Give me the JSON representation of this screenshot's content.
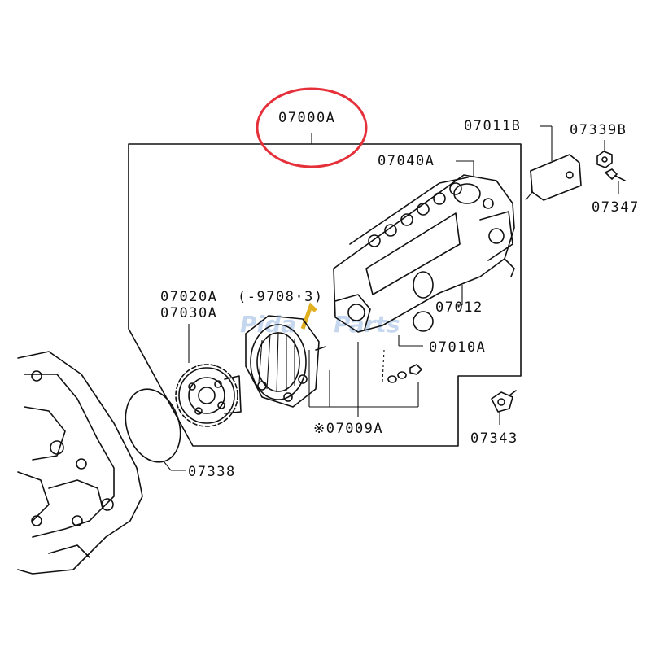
{
  "labels": {
    "assembly": "07000A",
    "bracket": "07011B",
    "nut": "07339B",
    "bolt": "07347",
    "pump": "07040A",
    "gear_a": "07020A",
    "date_note": "(-9708·3)",
    "gear_b": "07030A",
    "fitting": "07012",
    "flange": "07010A",
    "kit": "※07009A",
    "banjo": "07343",
    "oring": "07338"
  },
  "watermark": {
    "left": "Pida",
    "right": "Parts"
  },
  "colors": {
    "highlight": "#e5303a",
    "watermark_blue": "#5b8fd0",
    "watermark_gold": "#e0b020"
  }
}
